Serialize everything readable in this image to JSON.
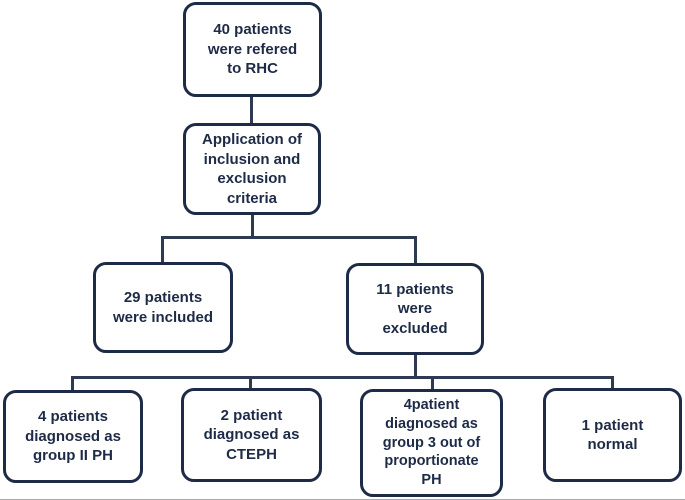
{
  "colors": {
    "background": "#ffffff",
    "box_border": "#1e2b47",
    "box_fill": "#ffffff",
    "text": "#1e2b47",
    "connector": "#2d3a52",
    "page_edge": "#a9a9a9"
  },
  "diagram": {
    "type": "flowchart",
    "nodes": {
      "referred": {
        "text": "40 patients\nwere refered\nto RHC"
      },
      "criteria": {
        "text": "Application of\ninclusion and\nexclusion\ncriteria"
      },
      "included": {
        "text": "29 patients\nwere included"
      },
      "excluded": {
        "text": "11 patients\nwere\nexcluded"
      },
      "group2ph": {
        "text": "4 patients\ndiagnosed as\ngroup II PH"
      },
      "cteph": {
        "text": "2 patient\ndiagnosed as\nCTEPH"
      },
      "group3ph": {
        "text": "4patient\ndiagnosed as\ngroup 3 out of\nproportionate\nPH"
      },
      "normal": {
        "text": "1 patient\nnormal"
      }
    },
    "edges": [
      {
        "from": "referred",
        "to": "criteria"
      },
      {
        "from": "criteria",
        "to": "included"
      },
      {
        "from": "criteria",
        "to": "excluded"
      },
      {
        "from": "excluded",
        "to": "group2ph"
      },
      {
        "from": "excluded",
        "to": "cteph"
      },
      {
        "from": "excluded",
        "to": "group3ph"
      },
      {
        "from": "excluded",
        "to": "normal"
      }
    ]
  }
}
